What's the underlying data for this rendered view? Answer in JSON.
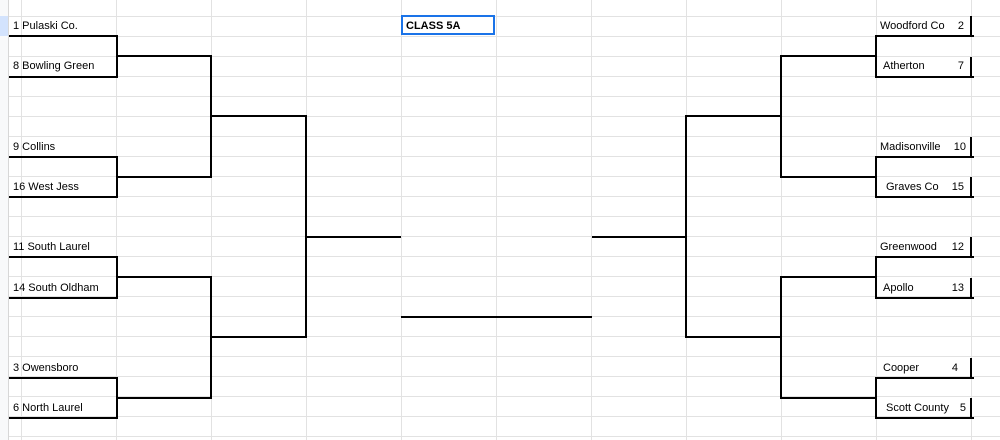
{
  "sheet": {
    "title": "CLASS 5A"
  },
  "left_teams": [
    {
      "label": "1 Pulaski Co."
    },
    {
      "label": "8 Bowling Green"
    },
    {
      "label": "9 Collins"
    },
    {
      "label": "16 West Jess"
    },
    {
      "label": "11 South Laurel"
    },
    {
      "label": "14 South Oldham"
    },
    {
      "label": "3 Owensboro"
    },
    {
      "label": "6 North Laurel"
    }
  ],
  "right_teams": [
    {
      "name": "Woodford Co",
      "seed": "2"
    },
    {
      "name": "Atherton",
      "seed": "7"
    },
    {
      "name": "Madisonville",
      "seed": "10"
    },
    {
      "name": "Graves Co",
      "seed": "15"
    },
    {
      "name": "Greenwood",
      "seed": "12"
    },
    {
      "name": "Apollo",
      "seed": "13"
    },
    {
      "name": "Cooper",
      "seed": "4"
    },
    {
      "name": "Scott County",
      "seed": "5"
    }
  ]
}
